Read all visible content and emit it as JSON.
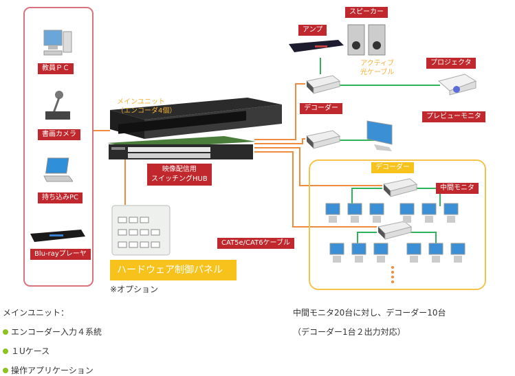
{
  "devices_left": {
    "pc_label": "教員ＰＣ",
    "camera_label": "書画カメラ",
    "laptop_label": "持ち込みPC",
    "bluray_label": "Blu-rayプレーヤ"
  },
  "main_unit": {
    "label_line1": "メインユニット",
    "label_line2": "（エンコーダ4個）"
  },
  "hub_label_line1": "映像配信用",
  "hub_label_line2": "スイッチングHUB",
  "control_panel": {
    "label": "ハードウェア制御パネル",
    "option_note": "※オプション"
  },
  "cable_label": "CAT5e/CAT6ケーブル",
  "top_right": {
    "speaker_label": "スピーカー",
    "amp_label": "アンプ",
    "optical_line1": "アクティブ",
    "optical_line2": "光ケーブル",
    "projector_label": "プロジェクタ",
    "preview_label": "プレビューモニタ",
    "decoder_label": "デコーダー"
  },
  "decoder_group": {
    "decoder_label": "デコーダー",
    "mid_monitor_label": "中間モニタ"
  },
  "notes_left": {
    "heading": "メインユニット：",
    "items": [
      "エンコーダー入力４系統",
      "１Uケース",
      "操作アプリケーション"
    ]
  },
  "notes_right": {
    "line1": "中間モニタ20台に対し、デコーダー10台",
    "line2": "（デコーダー1台２出力対応）"
  },
  "colors": {
    "label_red": "#c0282d",
    "orange_line": "#f08a3c",
    "green_line": "#2fb25a",
    "panel_pink": "#d9737b",
    "panel_yellow": "#f5c34a",
    "control_label_yellow": "#f8c21c"
  }
}
